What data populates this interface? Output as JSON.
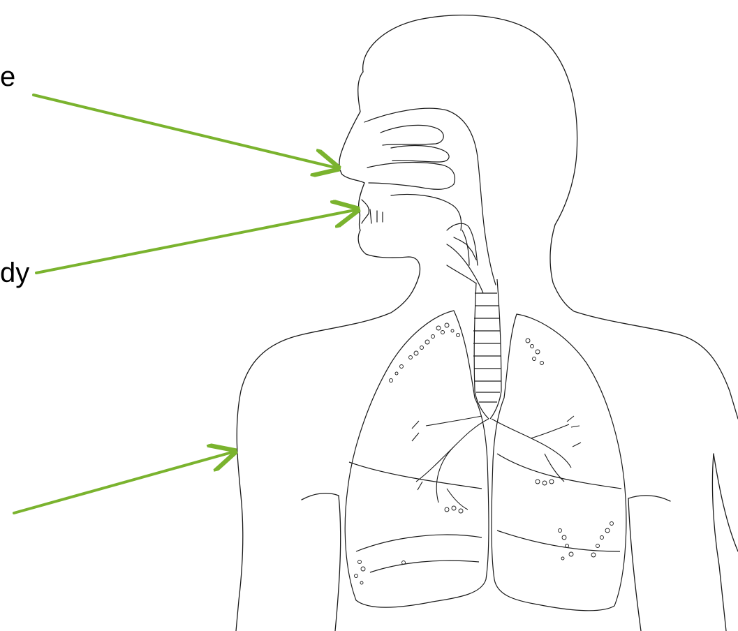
{
  "labels": {
    "top_fragment": "e",
    "middle_fragment": "dy"
  },
  "arrows": [
    {
      "name": "nose",
      "color": "#7ab32e"
    },
    {
      "name": "mouth",
      "color": "#7ab32e"
    },
    {
      "name": "chest",
      "color": "#7ab32e"
    }
  ],
  "colors": {
    "arrow": "#7ab32e",
    "outline": "#1a1a1a",
    "background": "#ffffff"
  }
}
